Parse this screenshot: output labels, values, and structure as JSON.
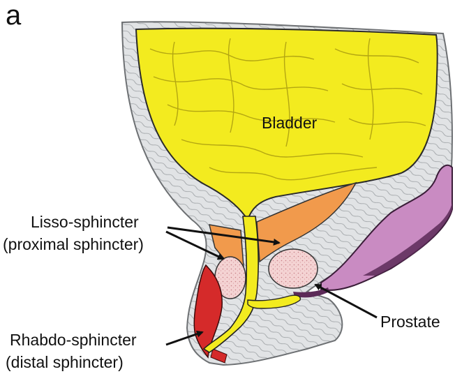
{
  "figure": {
    "panel_letter": "a"
  },
  "labels": {
    "bladder": "Bladder",
    "lisso_line1": "Lisso-sphincter",
    "lisso_line2": "(proximal sphincter)",
    "rhabdo_line1": "Rhabdo-sphincter",
    "rhabdo_line2": "(distal sphincter)",
    "prostate": "Prostate"
  },
  "colors": {
    "bladder": "#f3eb1f",
    "bladder_fold": "#b7a612",
    "wall": "#dfe1e3",
    "wall_line": "#8a8d90",
    "lisso_sphincter": "#f19a4c",
    "rhabdo_sphincter": "#d52a2a",
    "prostate": "#f3cfcf",
    "seminal_vesicle": "#c98bc2",
    "seminal_vesicle_dark": "#5c2a58",
    "outline": "#1a1a1a",
    "arrow": "#111111"
  }
}
